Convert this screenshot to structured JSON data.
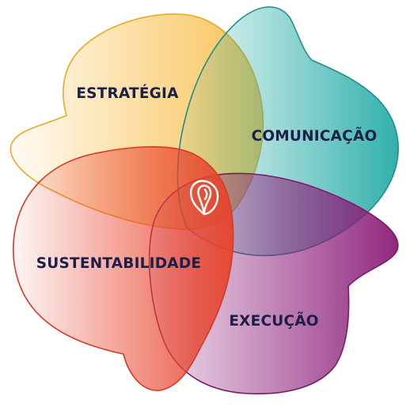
{
  "diagram": {
    "petals": [
      {
        "id": "estrategia",
        "label": "ESTRATÉGIA",
        "color": "#f7b733",
        "stroke": "#e8a928"
      },
      {
        "id": "comunicacao",
        "label": "COMUNICAÇÃO",
        "color": "#27aca6",
        "stroke": "#1f8f8e"
      },
      {
        "id": "execucao",
        "label": "EXECUÇÃO",
        "color": "#8b1d78",
        "stroke": "#7a1a6a"
      },
      {
        "id": "sustentabilidade",
        "label": "SUSTENTABILIDADE",
        "color": "#e8432c",
        "stroke": "#d43a26"
      }
    ],
    "center_icon": {
      "name": "swirl-logo",
      "color": "#ffffff"
    }
  }
}
